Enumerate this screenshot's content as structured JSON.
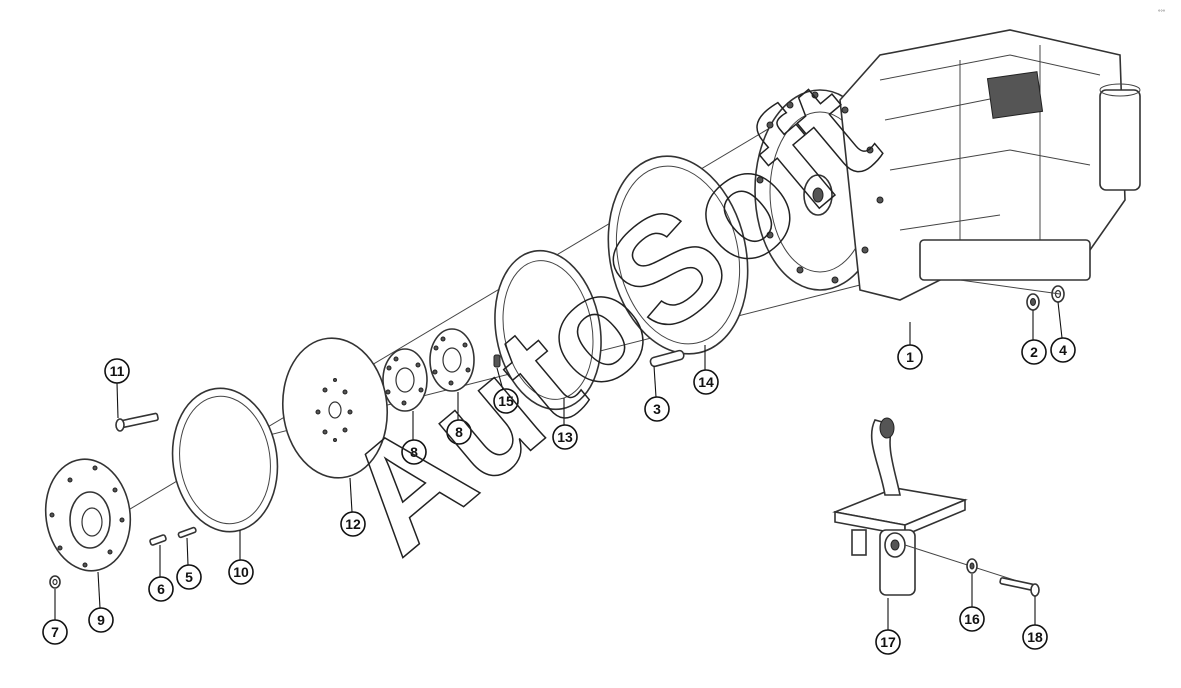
{
  "diagram": {
    "watermark": "AutoSoft",
    "corner_mark": "°°°",
    "callouts": [
      "1",
      "2",
      "3",
      "4",
      "5",
      "6",
      "7",
      "8",
      "8",
      "9",
      "10",
      "11",
      "12",
      "13",
      "14",
      "15",
      "16",
      "17",
      "18"
    ]
  }
}
